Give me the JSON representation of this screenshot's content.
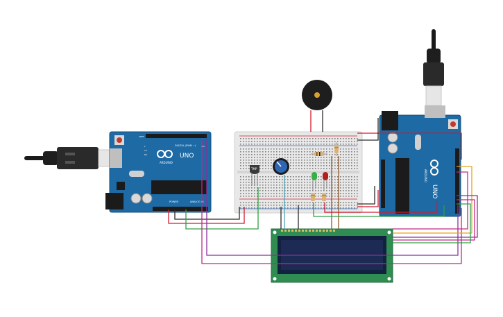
{
  "board_left": {
    "brand": "ARDUINO",
    "model": "UNO",
    "label_digital": "DIGITAL (PWM ~)",
    "label_power": "POWER",
    "label_analog": "ANALOG IN",
    "label_l": "L",
    "label_tx": "TX",
    "label_rx": "RX",
    "label_on": "ON",
    "label_aref": "AREF"
  },
  "board_right": {
    "brand": "ARDUINO",
    "model": "UNO"
  },
  "sensor": {
    "label": "TMP"
  },
  "components": {
    "buzzer": "piezo-buzzer",
    "pot": "potentiometer",
    "led_green": "#35b043",
    "led_red": "#b3201c",
    "lcd": "16x2 LCD"
  },
  "colors": {
    "board": "#1d6aa5",
    "board_dark": "#174f7b",
    "wire_red": "#d21b2f",
    "wire_black": "#2b2b2b",
    "wire_green": "#2ea043",
    "wire_purple": "#8b2f9a",
    "wire_magenta": "#c2268a",
    "wire_yellow": "#e5a514",
    "wire_teal": "#4fa3b5",
    "wire_brown": "#8b5a2b",
    "lcd_pcb": "#2f8d52",
    "lcd_screen": "#1d2a54"
  }
}
